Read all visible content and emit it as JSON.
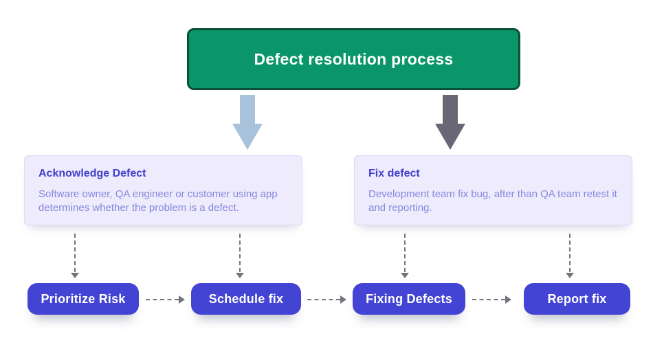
{
  "diagram": {
    "title": "Defect resolution process",
    "stages": [
      {
        "title": "Acknowledge Defect",
        "description": "Software owner, QA engineer or customer using app determines whether the problem is a defect."
      },
      {
        "title": "Fix defect",
        "description": "Development team fix bug, after than QA team retest it and reporting."
      }
    ],
    "steps": [
      {
        "label": "Prioritize Risk"
      },
      {
        "label": "Schedule fix"
      },
      {
        "label": "Fixing Defects"
      },
      {
        "label": "Report fix"
      }
    ],
    "colors": {
      "title_box_fill": "#0A9669",
      "title_box_border": "#0C4F38",
      "block_arrow_left": "#A9C2DC",
      "block_arrow_right": "#6A6675",
      "stage_box_fill": "#EDEBFC",
      "stage_title_text": "#4140CD",
      "stage_body_text": "#8787DE",
      "step_pill_fill": "#4444D4",
      "connector": "#74747E"
    }
  }
}
